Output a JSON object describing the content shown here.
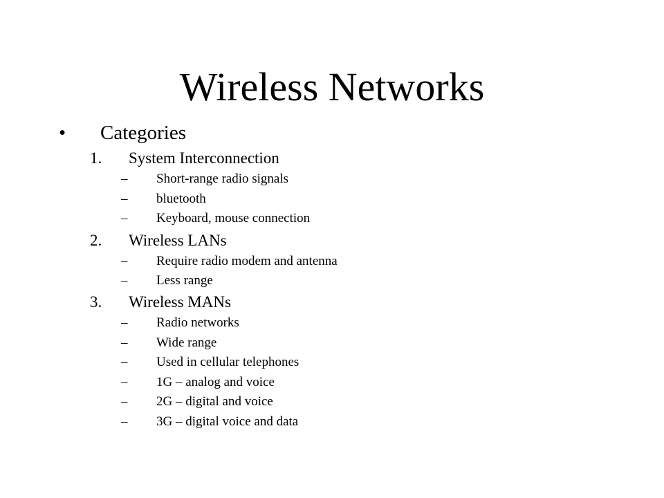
{
  "slide": {
    "title": "Wireless Networks",
    "bullet": "•",
    "category_heading": "Categories",
    "dash": "–",
    "sections": [
      {
        "number": "1.",
        "label": "System Interconnection",
        "items": [
          "Short-range radio signals",
          "bluetooth",
          "Keyboard, mouse connection"
        ]
      },
      {
        "number": "2.",
        "label": "Wireless LANs",
        "items": [
          "Require radio modem and antenna",
          "Less range"
        ]
      },
      {
        "number": "3.",
        "label": "Wireless MANs",
        "items": [
          "Radio networks",
          "Wide range",
          "Used in cellular telephones",
          "1G – analog and voice",
          "2G – digital and voice",
          "3G – digital voice and data"
        ]
      }
    ]
  }
}
